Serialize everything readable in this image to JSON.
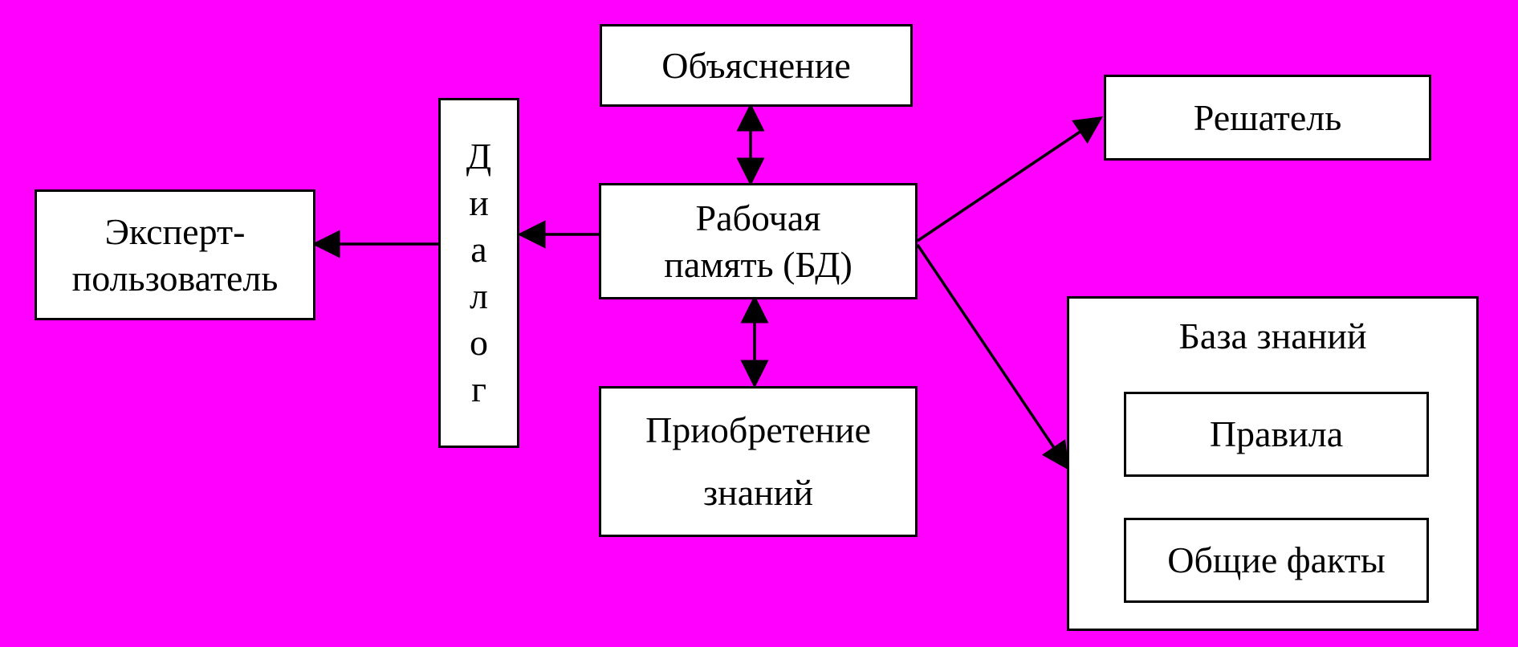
{
  "diagram": {
    "nodes": {
      "explanation": {
        "label": "Объяснение"
      },
      "solver": {
        "label": "Решатель"
      },
      "expert_user": {
        "lines": [
          "Эксперт-",
          "пользователь"
        ]
      },
      "dialog": {
        "letters": [
          "Д",
          "и",
          "а",
          "л",
          "о",
          "г"
        ]
      },
      "working_memory": {
        "lines": [
          "Рабочая",
          "память (БД)"
        ]
      },
      "knowledge_acquisition": {
        "lines": [
          "Приобретение",
          "знаний"
        ]
      },
      "knowledge_base": {
        "title": "База знаний",
        "rules": "Правила",
        "general_facts": "Общие факты"
      }
    },
    "edges": [
      {
        "from": "working_memory",
        "to": "explanation",
        "style": "bidirectional"
      },
      {
        "from": "working_memory",
        "to": "knowledge_acquisition",
        "style": "bidirectional"
      },
      {
        "from": "working_memory",
        "to": "dialog",
        "style": "directed"
      },
      {
        "from": "dialog",
        "to": "expert_user",
        "style": "directed"
      },
      {
        "from": "working_memory",
        "to": "solver",
        "style": "directed"
      },
      {
        "from": "working_memory",
        "to": "knowledge_base",
        "style": "directed"
      }
    ],
    "colors": {
      "background": "#ff00ff",
      "box_fill": "#ffffff",
      "stroke": "#000000"
    }
  }
}
